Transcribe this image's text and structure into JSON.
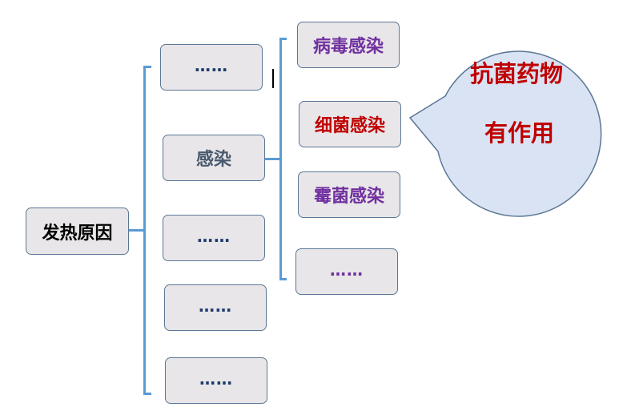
{
  "colors": {
    "dark_text": "#000000",
    "navy": "#1f3b6e",
    "slate": "#4a5a6e",
    "purple": "#7030a0",
    "red": "#c00000",
    "connector": "#5b9bd5",
    "box_fill": "#e8e6e8",
    "box_border": "#5b7796",
    "bubble_fill": "#dae3f3",
    "bubble_border": "#5b7796"
  },
  "root": {
    "label": "发热原因"
  },
  "causes": [
    {
      "label": "……"
    },
    {
      "label": "感染"
    },
    {
      "label": "……"
    },
    {
      "label": "……"
    },
    {
      "label": "……"
    }
  ],
  "infections": [
    {
      "label": "病毒感染"
    },
    {
      "label": "细菌感染"
    },
    {
      "label": "霉菌感染"
    },
    {
      "label": "……"
    }
  ],
  "callout": {
    "line1": "抗菌药物",
    "line2": "有作用"
  }
}
